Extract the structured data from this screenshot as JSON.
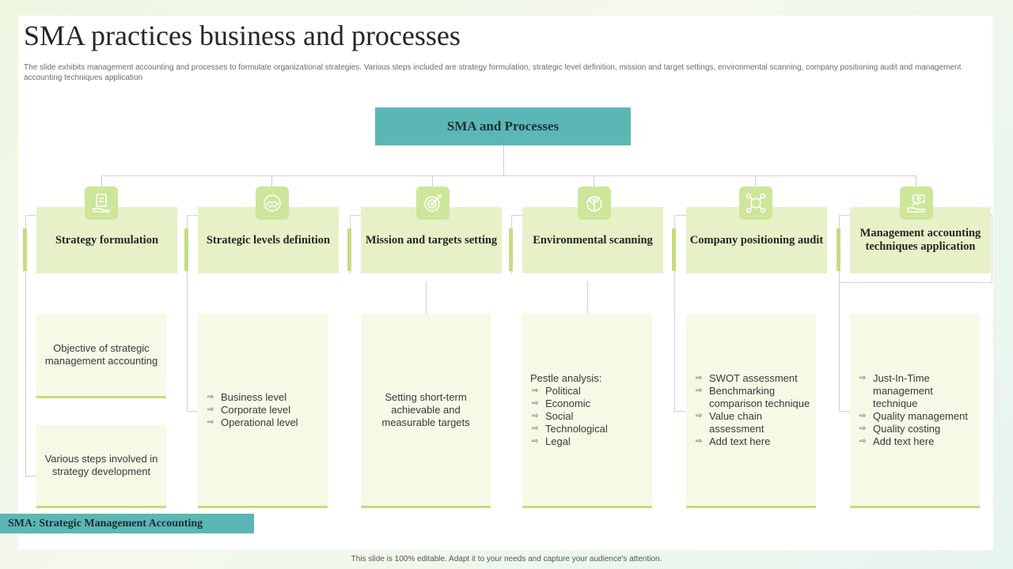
{
  "title": "SMA practices business and processes",
  "description": "The slide exhibits management accounting and processes to formulate organizational strategies. Various steps included are strategy formulation, strategic level definition, mission and target settings, environmental scanning, company positioning audit and management accounting techniques application",
  "root": "SMA and Processes",
  "columns": [
    {
      "title": "Strategy formulation",
      "icon": "clipboard-hand-icon"
    },
    {
      "title": "Strategic levels definition",
      "icon": "handshake-icon"
    },
    {
      "title": "Mission and targets setting",
      "icon": "target-icon"
    },
    {
      "title": "Environmental scanning",
      "icon": "globe-plant-icon"
    },
    {
      "title": "Company positioning audit",
      "icon": "network-icon"
    },
    {
      "title": "Management accounting techniques application",
      "icon": "money-hand-icon"
    }
  ],
  "cards": {
    "strategy_top": "Objective of strategic management accounting",
    "strategy_bottom": "Various steps involved in strategy development",
    "levels": [
      "Business level",
      "Corporate  level",
      "Operational level"
    ],
    "mission": "Setting short-term achievable and measurable targets",
    "pestle_intro": "Pestle analysis:",
    "pestle": [
      "Political",
      "Economic",
      "Social",
      "Technological",
      "Legal"
    ],
    "audit": [
      "SWOT assessment",
      "Benchmarking comparison technique",
      "Value chain assessment",
      "Add text here"
    ],
    "techniques": [
      "Just-In-Time management technique",
      "Quality management",
      "Quality costing",
      "Add text here"
    ]
  },
  "footer_tag": "SMA: Strategic Management Accounting",
  "footnote": "This slide is 100% editable. Adapt it to your needs and capture your audience's attention.",
  "colors": {
    "teal": "#5bb7b5",
    "green_light": "#e7f1c7",
    "green_accent": "#c4dd80",
    "card_bg": "#f5f9e6"
  }
}
